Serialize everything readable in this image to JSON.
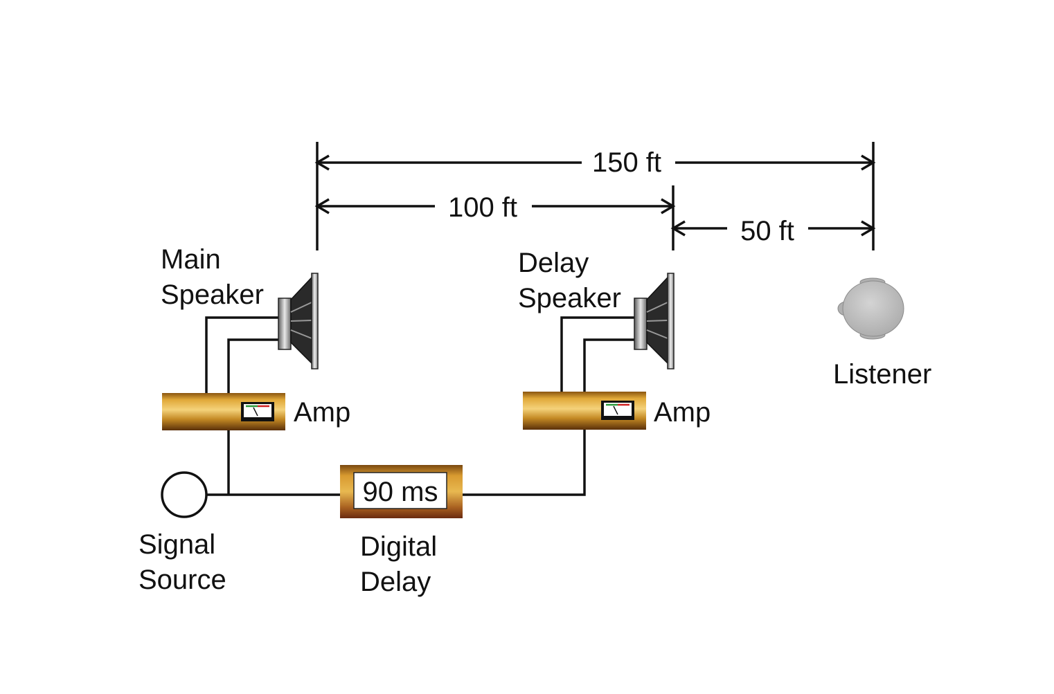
{
  "dimensions": {
    "total": "150 ft",
    "main_to_delay": "100 ft",
    "delay_to_listener": "50 ft"
  },
  "labels": {
    "main_speaker_line1": "Main",
    "main_speaker_line2": "Speaker",
    "delay_speaker_line1": "Delay",
    "delay_speaker_line2": "Speaker",
    "listener": "Listener",
    "amp_main": "Amp",
    "amp_delay": "Amp",
    "signal_source_line1": "Signal",
    "signal_source_line2": "Source",
    "digital_delay_line1": "Digital",
    "digital_delay_line2": "Delay",
    "delay_display": "90 ms"
  },
  "colors": {
    "amp_gold": "#c8901a",
    "amp_dark": "#6a3a0a",
    "delay_box": "#a0601a",
    "meter_green": "#2a9a3a",
    "meter_red": "#d02020",
    "listener_gray": "#b8b8b8",
    "speaker_silver": "#c8c8c8",
    "cone_dark": "#2a2a2a"
  },
  "icons": [
    "speaker-icon",
    "amplifier-icon",
    "signal-source-icon",
    "listener-head-icon",
    "level-meter-icon"
  ]
}
